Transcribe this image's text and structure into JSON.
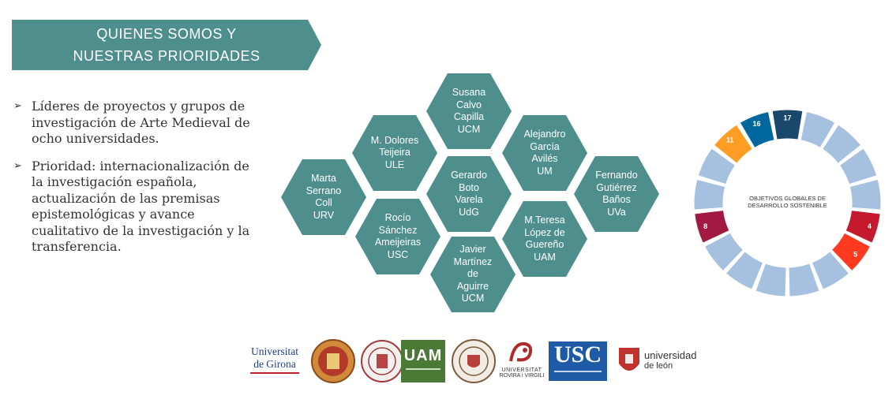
{
  "banner": {
    "line1": "QUIENES SOMOS Y",
    "line2": "NUESTRAS PRIORIDADES"
  },
  "bullets": [
    {
      "text": "Líderes de proyectos y grupos de investigación de Arte Medieval de ocho universidades."
    },
    {
      "text": "Prioridad: internacionalización de la investigación española, actualización de las premisas epistemológicas y avance cualitativo de la investigación y la transferencia."
    }
  ],
  "hexagons": [
    {
      "lines": [
        "Susana",
        "Calvo",
        "Capilla",
        "UCM"
      ]
    },
    {
      "lines": [
        "M. Dolores",
        "Teijeira",
        "ULE"
      ]
    },
    {
      "lines": [
        "Alejandro",
        "García",
        "Avilés",
        "UM"
      ]
    },
    {
      "lines": [
        "Marta",
        "Serrano",
        "Coll",
        "URV"
      ]
    },
    {
      "lines": [
        "Gerardo",
        "Boto",
        "Varela",
        "UdG"
      ]
    },
    {
      "lines": [
        "Fernando",
        "Gutiérrez",
        "Baños",
        "UVa"
      ]
    },
    {
      "lines": [
        "Rocío",
        "Sánchez",
        "Ameijeiras",
        "USC"
      ]
    },
    {
      "lines": [
        "M.Teresa",
        "López de",
        "Guereño",
        "UAM"
      ]
    },
    {
      "lines": [
        "Javier",
        "Martínez",
        "de",
        "Aguirre",
        "UCM"
      ]
    }
  ],
  "sdg": {
    "center_line1": "OBJETIVOS GLOBALES DE",
    "center_line2": "DESARROLLO SOSTENIBLE",
    "highlighted": [
      {
        "number": "4",
        "color": "#c5192d"
      },
      {
        "number": "5",
        "color": "#ff3a21"
      },
      {
        "number": "8",
        "color": "#a21942"
      },
      {
        "number": "11",
        "color": "#fd9d24"
      },
      {
        "number": "16",
        "color": "#00689d"
      },
      {
        "number": "17",
        "color": "#19486a"
      }
    ],
    "faded_color": "#5b8ec4"
  },
  "logos": {
    "girona_line1": "Universitat",
    "girona_line2": "de Girona",
    "uam": "UAM",
    "urv_line1": "UNIVERSITAT",
    "urv_line2": "ROVIRA i VIRGILI",
    "usc": "USC",
    "leon_line1": "universidad",
    "leon_line2": "de león"
  },
  "colors": {
    "teal": "#4e8f8d",
    "text": "#333333"
  }
}
